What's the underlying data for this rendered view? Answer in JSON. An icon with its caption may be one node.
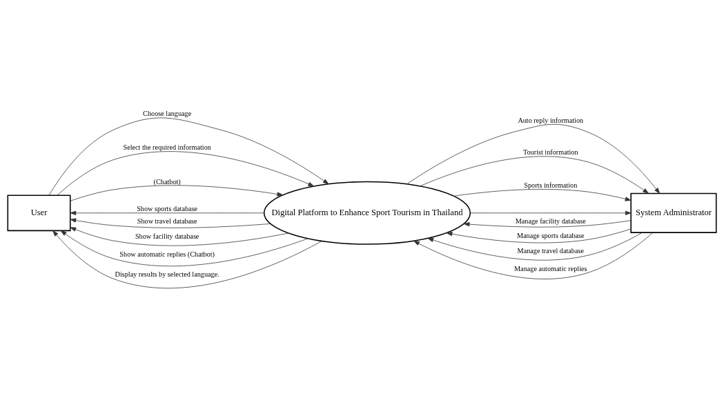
{
  "diagram": {
    "nodes": [
      {
        "text": [
          "User"
        ]
      },
      {
        "text": [
          "Digital Platform to Enhance Sport Tourism in Thailand"
        ]
      },
      {
        "text": [
          "System Administrator"
        ]
      }
    ],
    "edges": [
      {
        "from": 0,
        "to": 1,
        "arrow": "to",
        "label": "Choose language"
      },
      {
        "from": 0,
        "to": 1,
        "arrow": "to",
        "label": "Select the required information"
      },
      {
        "from": 0,
        "to": 1,
        "arrow": "to",
        "label": "(Chatbot)"
      },
      {
        "from": 1,
        "to": 0,
        "arrow": "to",
        "label": "Show sports database"
      },
      {
        "from": 1,
        "to": 0,
        "arrow": "to",
        "label": "Show travel database"
      },
      {
        "from": 1,
        "to": 0,
        "arrow": "to",
        "label": "Show facility database"
      },
      {
        "from": 1,
        "to": 0,
        "arrow": "to",
        "label": "Show automatic replies (Chatbot)"
      },
      {
        "from": 1,
        "to": 0,
        "arrow": "to",
        "label": "Display results by selected language."
      },
      {
        "from": 2,
        "to": 1,
        "arrow": "to",
        "label": "Manage facility database"
      },
      {
        "from": 2,
        "to": 1,
        "arrow": "to",
        "label": "Manage sports database"
      },
      {
        "from": 2,
        "to": 1,
        "arrow": "to",
        "label": "Manage travel database"
      },
      {
        "from": 2,
        "to": 1,
        "arrow": "to",
        "label": "Manage automatic replies"
      },
      {
        "from": 1,
        "to": 2,
        "arrow": "to",
        "label": "Auto reply information"
      },
      {
        "from": 1,
        "to": 2,
        "arrow": "to",
        "label": "Tourist information"
      },
      {
        "from": 1,
        "to": 2,
        "arrow": "to",
        "label": "Sports information"
      },
      {
        "from": 1,
        "to": 2,
        "arrow": "to"
      }
    ]
  }
}
